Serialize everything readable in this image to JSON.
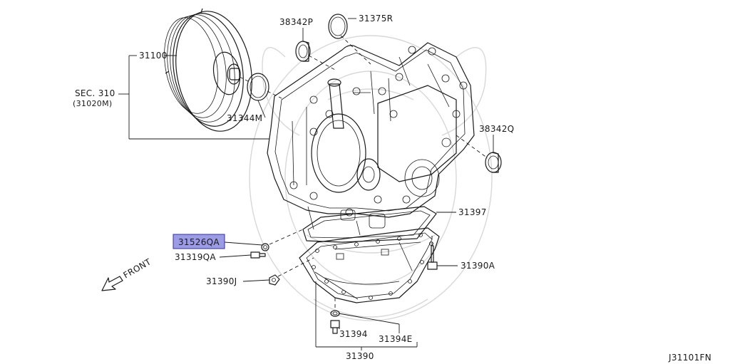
{
  "diagram": {
    "figure_id": "J31101FN",
    "front_label": "FRONT",
    "highlight_color": "#9b9be6",
    "highlighted_part": "31526QA",
    "parts": {
      "p31100": "31100",
      "sec_310": "SEC. 310",
      "sec_310_ref": "(31020M)",
      "p38342p": "38342P",
      "p31375r": "31375R",
      "p31344m": "31344M",
      "p38342q": "38342Q",
      "p31397": "31397",
      "p31526qa": "31526QA",
      "p31319qa": "31319QA",
      "p31390j": "31390J",
      "p31390a": "31390A",
      "p31394": "31394",
      "p31394e": "31394E",
      "p31390": "31390"
    }
  }
}
